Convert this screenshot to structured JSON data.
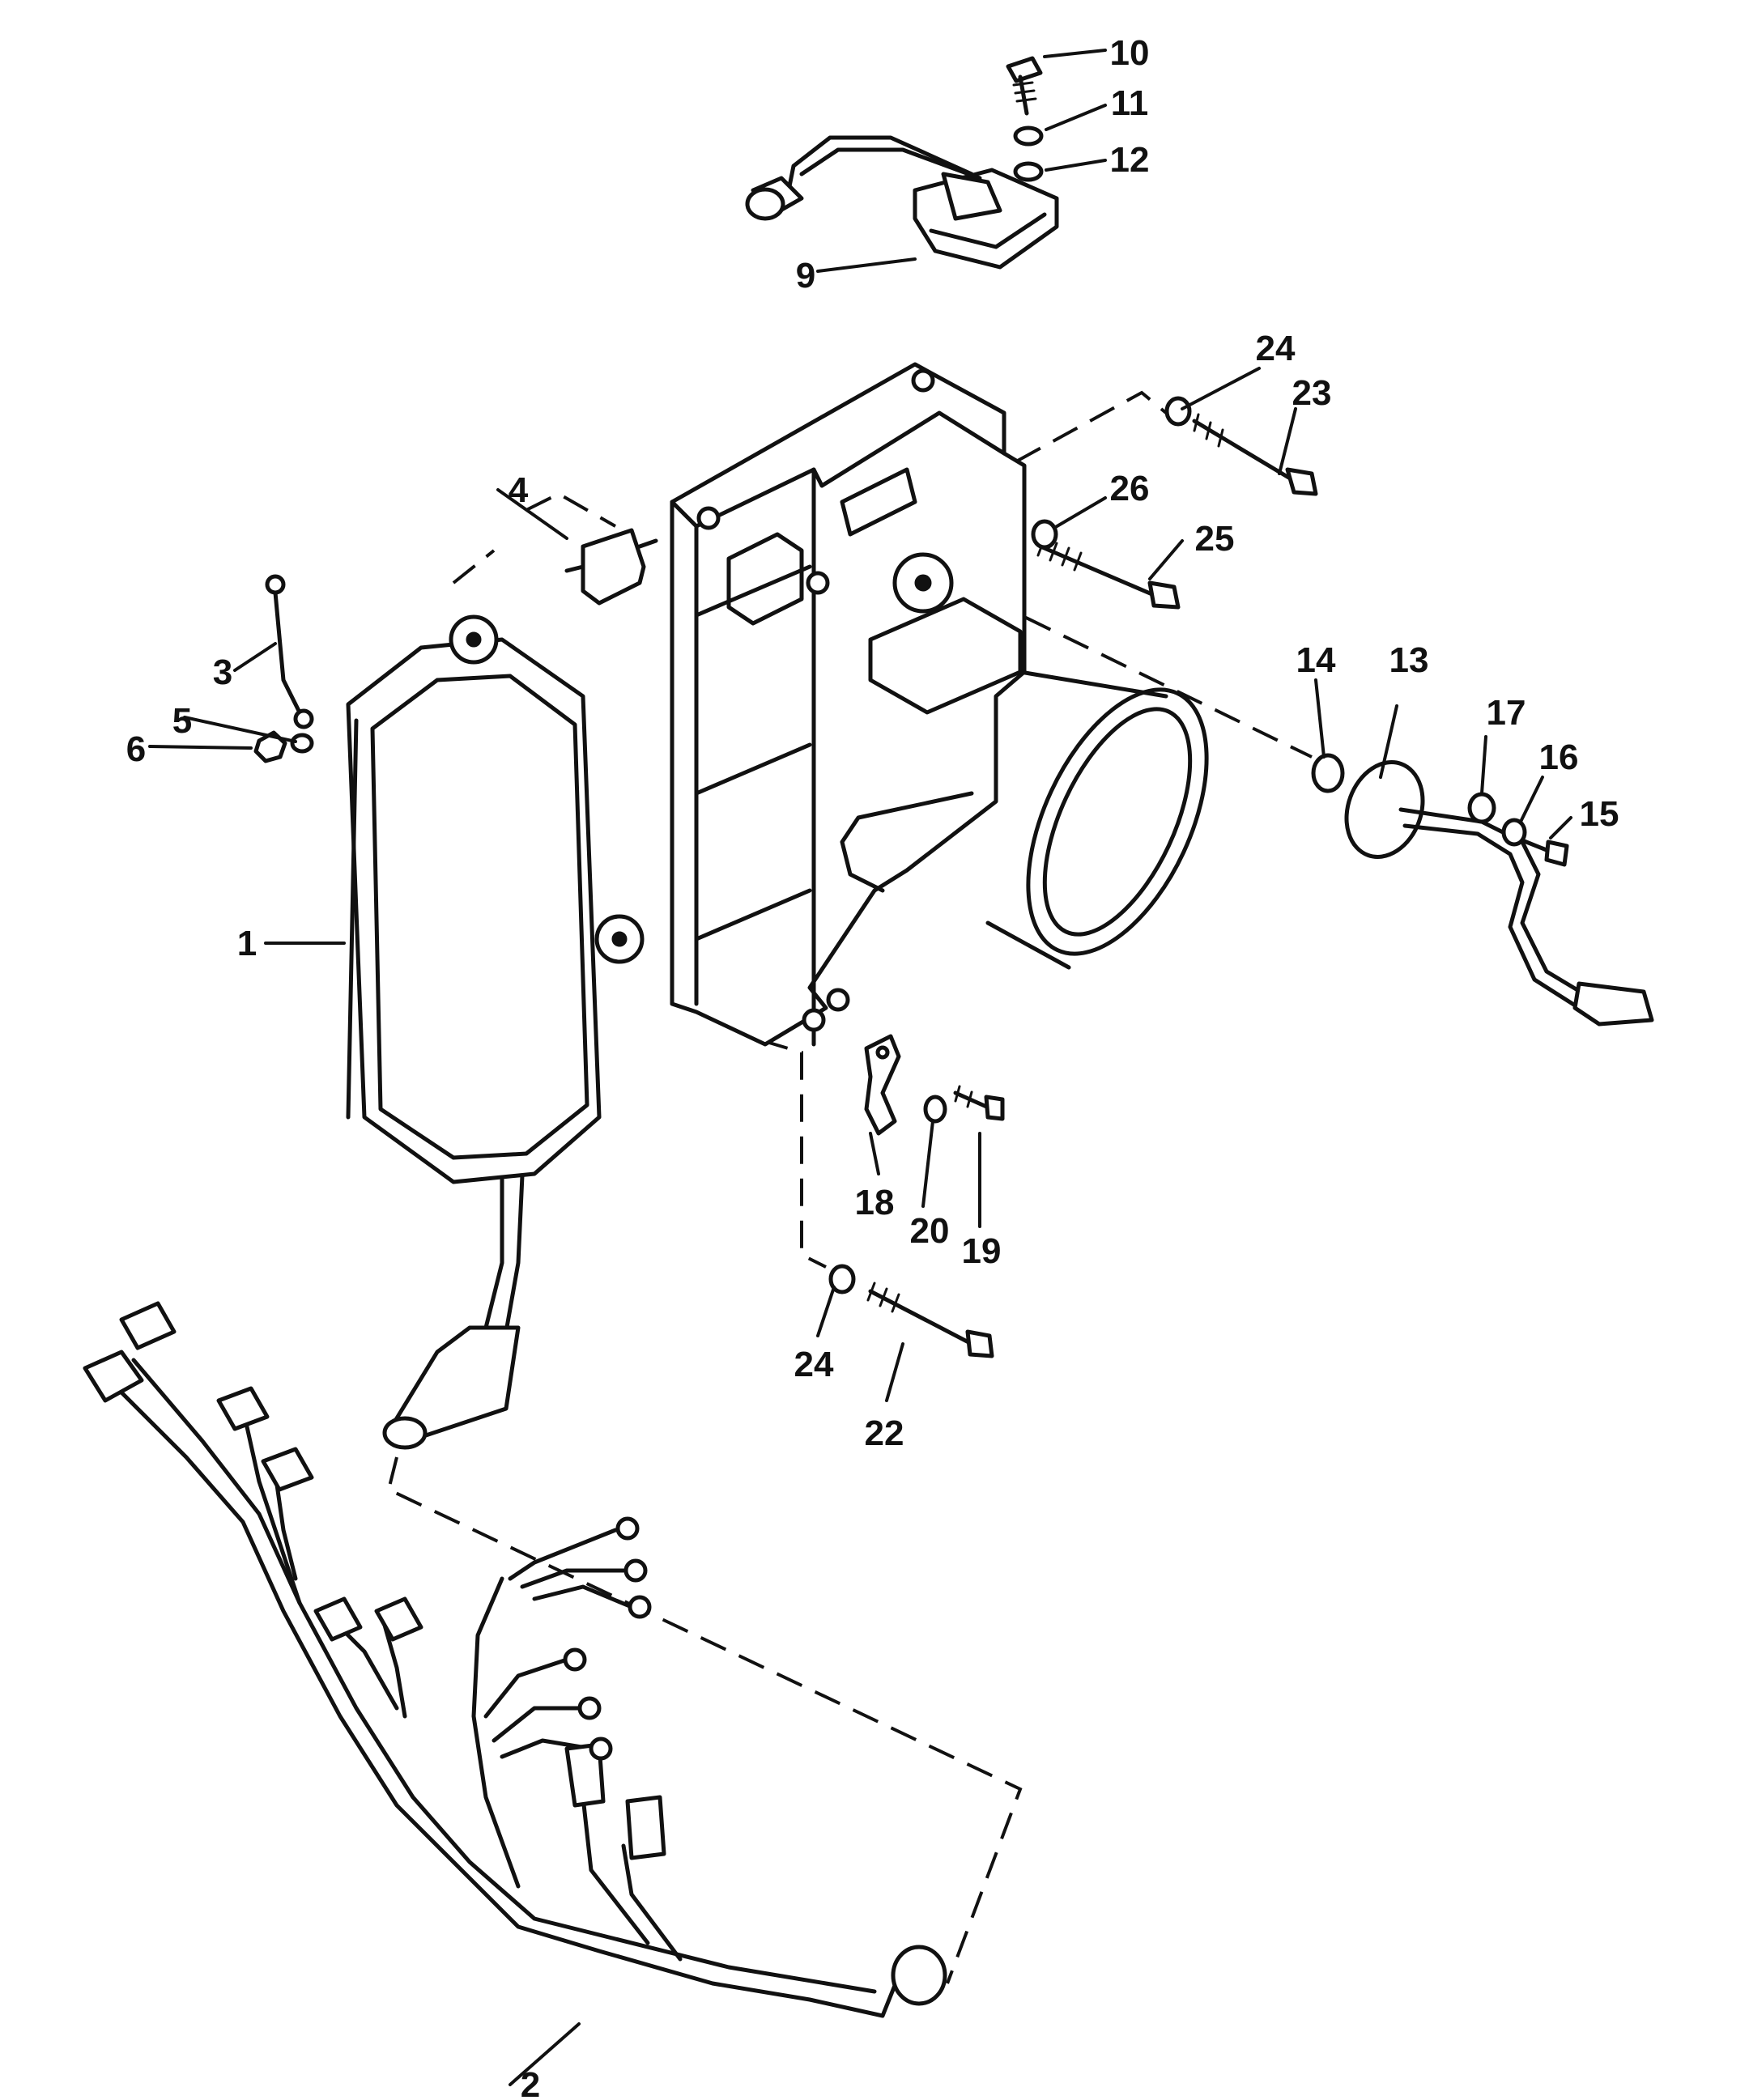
{
  "callouts": [
    {
      "id": "1",
      "text": "1"
    },
    {
      "id": "2",
      "text": "2"
    },
    {
      "id": "3",
      "text": "3"
    },
    {
      "id": "4",
      "text": "4"
    },
    {
      "id": "5",
      "text": "5"
    },
    {
      "id": "6",
      "text": "6"
    },
    {
      "id": "9",
      "text": "9"
    },
    {
      "id": "10",
      "text": "10"
    },
    {
      "id": "11",
      "text": "11"
    },
    {
      "id": "12",
      "text": "12"
    },
    {
      "id": "13",
      "text": "13"
    },
    {
      "id": "14",
      "text": "14"
    },
    {
      "id": "15",
      "text": "15"
    },
    {
      "id": "16",
      "text": "16"
    },
    {
      "id": "17",
      "text": "17"
    },
    {
      "id": "18",
      "text": "18"
    },
    {
      "id": "19",
      "text": "19"
    },
    {
      "id": "20",
      "text": "20"
    },
    {
      "id": "22",
      "text": "22"
    },
    {
      "id": "23",
      "text": "23"
    },
    {
      "id": "24a",
      "text": "24"
    },
    {
      "id": "24b",
      "text": "24"
    },
    {
      "id": "25",
      "text": "25"
    },
    {
      "id": "26",
      "text": "26"
    }
  ]
}
